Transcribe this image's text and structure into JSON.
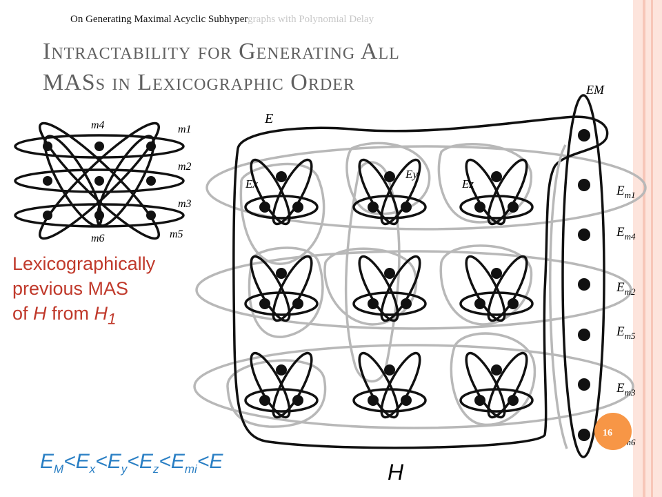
{
  "header": {
    "part1": "On Generating Maximal Acyclic Subhyper",
    "part2": "graphs with Polynomial Delay"
  },
  "title": {
    "line1": "Intractability for Generating All",
    "line2": "MASs in Lexicographic Order"
  },
  "lex_text": {
    "line1": "Lexicographically",
    "line2": "previous MAS",
    "line3_pre": "of ",
    "line3_h": "H",
    "line3_mid": " from ",
    "line3_h1": "H",
    "line3_sub": "1"
  },
  "order": {
    "e": "E",
    "sub_m": "M",
    "lt": "<",
    "sub_x": "x",
    "sub_y": "y",
    "sub_z": "z",
    "sub_mi": "mi",
    "tail": "E"
  },
  "h_label": "H",
  "page_number": "16",
  "small_graph": {
    "labels": {
      "m4": "m4",
      "m1": "m1",
      "m2": "m2",
      "m3": "m3",
      "m5": "m5",
      "m6": "m6"
    }
  },
  "big_graph": {
    "labels": {
      "E": "E",
      "EM": "EM",
      "Ex": "Ex",
      "Ey": "Ey",
      "Ez": "Ez"
    },
    "side_labels": [
      {
        "base": "E",
        "sub": "m1"
      },
      {
        "base": "E",
        "sub": "m4"
      },
      {
        "base": "E",
        "sub": "m2"
      },
      {
        "base": "E",
        "sub": "m5"
      },
      {
        "base": "E",
        "sub": "m3"
      },
      {
        "base": "E",
        "sub": "m6"
      }
    ]
  },
  "colors": {
    "stripe_light": "#fde4dc",
    "stripe_mid": "#f7c6b8",
    "accent_red": "#c0392b",
    "accent_blue": "#2a7fc4",
    "badge": "#f79646",
    "gray_edge": "#b8b8b8"
  }
}
